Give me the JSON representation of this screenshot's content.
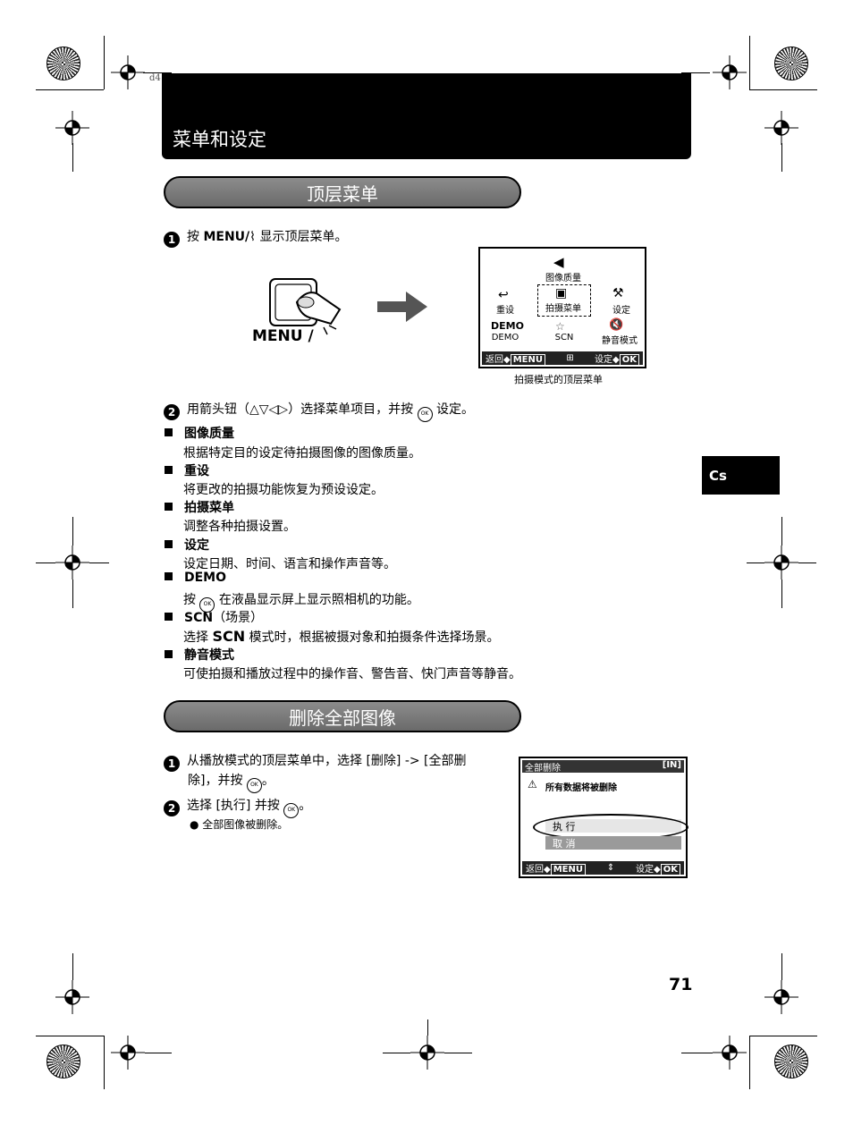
{
  "slug": "d4",
  "header": {
    "title": "菜单和设定"
  },
  "section1": {
    "title": "顶层菜单",
    "step1": {
      "num": "1",
      "pre": "按 ",
      "key": "MENU/",
      "post": " 显示顶层菜单。"
    },
    "illustration": {
      "menu_label": "MENU /"
    },
    "lcd": {
      "items": [
        "图像质量",
        "重设",
        "拍摄菜单",
        "设定",
        "DEMO",
        "SCN",
        "静音模式"
      ],
      "demo_glyph": "DEMO",
      "footer_back": "返回",
      "footer_menu": "MENU",
      "footer_set": "设定",
      "footer_ok": "OK"
    },
    "caption": "拍摄模式的顶层菜单",
    "step2": {
      "num": "2",
      "pre": "用箭头钮（",
      "arrows": "△▽◁▷",
      "mid": "）选择菜单项目，并按 ",
      "post": " 设定。"
    },
    "items": [
      {
        "title": "图像质量",
        "desc": "根据特定目的设定待拍摄图像的图像质量。"
      },
      {
        "title": "重设",
        "desc": "将更改的拍摄功能恢复为预设设定。"
      },
      {
        "title": "拍摄菜单",
        "desc": "调整各种拍摄设置。"
      },
      {
        "title": "设定",
        "desc": "设定日期、时间、语言和操作声音等。"
      },
      {
        "title": "DEMO",
        "desc_pre": "按 ",
        "desc_post": " 在液晶显示屏上显示照相机的功能。"
      },
      {
        "title": "SCN",
        "title_extra": "（场景）",
        "desc_pre": "选择 ",
        "desc_scn": "SCN",
        "desc_post": " 模式时，根据被摄对象和拍摄条件选择场景。"
      },
      {
        "title": "静音模式",
        "desc": "可使拍摄和播放过程中的操作音、警告音、快门声音等静音。"
      }
    ]
  },
  "section2": {
    "title": "删除全部图像",
    "step1": {
      "num": "1",
      "line1": "从播放模式的顶层菜单中，选择 [删除] -> [全部删",
      "line2_pre": "除]，并按 ",
      "line2_post": "。"
    },
    "step2": {
      "num": "2",
      "pre": "选择 [执行] 并按 ",
      "post": "。"
    },
    "bullet": "● 全部图像被删除。",
    "lcd": {
      "title": "全部删除",
      "badge": "[IN]",
      "warning": "所有数据将被删除",
      "option1": "执  行",
      "option2": "取  消",
      "footer_back": "返回",
      "footer_menu": "MENU",
      "footer_set": "设定",
      "footer_ok": "OK"
    }
  },
  "ok_button_glyph": "OK",
  "side_tab": "Cs",
  "page_number": "71"
}
